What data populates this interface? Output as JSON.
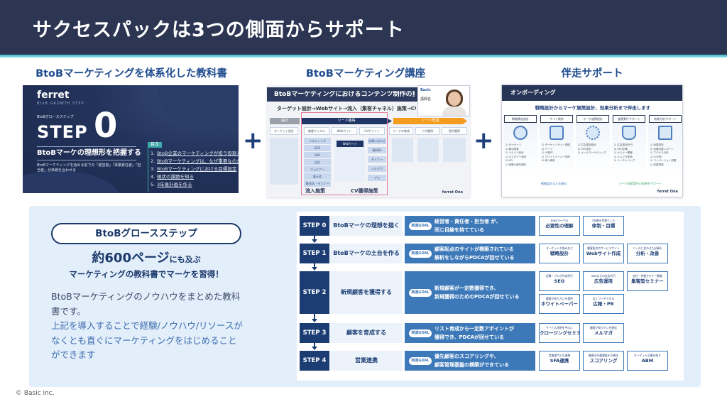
{
  "header": {
    "title": "サクセスパックは3つの側面からサポート"
  },
  "columns": [
    {
      "title": "BtoBマーケティングを体系化した教科書",
      "card": {
        "logo": "ferret",
        "logo_sub": "BtoB GROWTH STEP",
        "kicker": "BtoBグロースステップ",
        "step_word": "STEP",
        "step_number": "0",
        "subtitle": "BtoBマーケの理想形を把握する",
        "description": "BtoBマーケティングを始める前での「経営者」「事業責任者」「担当者」が目線を合わせる",
        "toc_tag": "目次",
        "toc": [
          {
            "n": "1.",
            "label": "BtoB企業のマーケティングが担う役割と業務"
          },
          {
            "n": "2.",
            "label": "BtoBマーケティングは、なぜ重要なのか"
          },
          {
            "n": "3.",
            "label": "BtoBマーケティングにおける目標設定"
          },
          {
            "n": "4.",
            "label": "現状の課題を知る"
          },
          {
            "n": "5.",
            "label": "3年後計画を作る"
          }
        ]
      }
    },
    {
      "title": "BtoBマーケティング講座",
      "card": {
        "bar_title": "BtoBマーケティングにおけるコンテンツ制作の重要",
        "subtitle": "ターゲット設計→Webサイト→流入（集客チャネル）施策→CV",
        "phases": [
          "設計",
          "リード獲得",
          "リード育成"
        ],
        "chips": [
          "ターゲット設計",
          "集客チャネル",
          "Webサイト",
          "CVポイント",
          "リードの育成",
          "アポ獲得",
          "案件獲得"
        ],
        "inflow_items": [
          "リスティング",
          "SEO",
          "SNS",
          "広告",
          "ウェビナー",
          "展示会",
          "資料DL・セミナー"
        ],
        "center_box_title": "Webサイト",
        "cv_items": [
          "お問い合わせ",
          "資料DL",
          "セミナー",
          "メルマガ",
          "デモ"
        ],
        "label_inflow": "流入施策",
        "label_cv": "CV獲得施策",
        "speaker_logo": "Basic",
        "speaker_name": "講師名",
        "footer_brand": "ferret One"
      }
    },
    {
      "title": "伴走サポート",
      "card": {
        "bar_title": "オンボーディング",
        "subtitle": "戦略設計からマーケ施策設計、効果分析まで伴走します",
        "columns": [
          {
            "head": "戦略策定設計",
            "items": [
              "ターゲット",
              "競合調査",
              "ペルソナ設計",
              "カスタマー設計",
              "KPI",
              "施策の優先順位"
            ]
          },
          {
            "head": "サイト制作",
            "items": [
              "ターゲットサイト構成",
              "ページ",
              "LP制作",
              "ホワイトペーパー制作",
              "導入事例"
            ]
          },
          {
            "head": "マーケ施策設計",
            "items": [
              "広告運用設計",
              "SEO設計",
              "メールマーケティング"
            ]
          },
          {
            "head": "施策実行サポート",
            "items": [
              "広告運用代行",
              "SEO記事",
              "セミナー開催",
              "メルマガ配信",
              "ナーチャリング"
            ]
          },
          {
            "head": "効果分析サポート",
            "items": [
              "効果測定",
              "効果改善レポート",
              "アクセス分析",
              "CV分析",
              "コンバージョン改善",
              "改善提案"
            ]
          }
        ],
        "footer_left": "戦略設計まとめ資料",
        "footer_right": "マーケ施策実行の効果をサポート",
        "brand": "ferret One"
      }
    }
  ],
  "plus_symbol": "+",
  "growth_step": {
    "pill_label": "BtoBグロースステップ",
    "headline_big": "約600ページ",
    "headline_small": "にも及ぶ",
    "headline_line2": "マーケティングの教科書でマーケを習得！",
    "desc_p1": "BtoBマーケティングのノウハウをまとめた教科書です。",
    "desc_p2": "上記を導入することで経験/ノウハウ/リソースがなくとも直ぐにマーケティングをはじめることができます"
  },
  "steps": [
    {
      "label": "STEP 0",
      "title": "BtoBマーケの理想を描く",
      "goal_badge": "到達GOAL",
      "goal": [
        "経営者・責任者・担当者 が、",
        "同じ目線を持てている"
      ],
      "services": [
        {
          "small": "BtoBマーケの",
          "main": "必要性の理解"
        },
        {
          "small": "3年後を目標とした",
          "main": "体制・目標"
        }
      ]
    },
    {
      "label": "STEP 1",
      "title": "BtoBマーケの土台を作る",
      "goal_badge": "到達GOAL",
      "goal": [
        "顧客起点のサイトが構築されている",
        "解析をしながらPDCAが回せている"
      ],
      "services": [
        {
          "small": "ターゲットや強みなど",
          "main": "戦略設計"
        },
        {
          "small": "顧客起点のサービスサイト",
          "main": "Webサイト作成"
        },
        {
          "small": "ニーズに合わせた記事も",
          "main": "分析・改善"
        }
      ]
    },
    {
      "label": "STEP 2",
      "title": "新規顧客を獲得する",
      "goal_badge": "到達GOAL",
      "goal": [
        "新規顧客が一定数獲得でき、",
        "新規獲得のためのPDCAが回せている"
      ],
      "services": [
        {
          "small": "記事・ブログ作成代行",
          "main": "SEO"
        },
        {
          "small": "SNSなどの広告代行",
          "main": "広告運用"
        },
        {
          "small": "自社・共催セミナー開催",
          "main": "集客型セミナー"
        },
        {
          "small": "顧客が知りたいを提供",
          "main": "ホワイトペーパー"
        },
        {
          "small": "広くリーチできる",
          "main": "広報・PR"
        }
      ]
    },
    {
      "label": "STEP 3",
      "title": "顧客を育成する",
      "goal_badge": "到達GOAL",
      "goal": [
        "リスト育成から一定数アポイントが",
        "獲得でき、PDCAが回せている"
      ],
      "services": [
        {
          "small": "サービス説明を中心に",
          "main": "クロージングセミナー"
        },
        {
          "small": "顧客が知りたいを配信",
          "main": "メルマガ"
        }
      ]
    },
    {
      "label": "STEP 4",
      "title": "営業連携",
      "goal_badge": "到達GOAL",
      "goal": [
        "優先顧客のスコアリングや、",
        "顧客管理基盤の構築ができている"
      ],
      "services": [
        {
          "small": "営業部門との連携",
          "main": "SFA連携"
        },
        {
          "small": "顧客の行動履歴を可視化",
          "main": "スコアリング"
        },
        {
          "small": "ターゲット企業を絞り",
          "main": "ABM"
        }
      ]
    }
  ],
  "footer": {
    "copyright": "© Basic inc."
  },
  "colors": {
    "header_bg": "#2c3653",
    "accent_teal": "#3fb9c4",
    "navy": "#1b3d73",
    "goal_blue": "#3d79b9",
    "panel_bg": "#e3eefb"
  }
}
